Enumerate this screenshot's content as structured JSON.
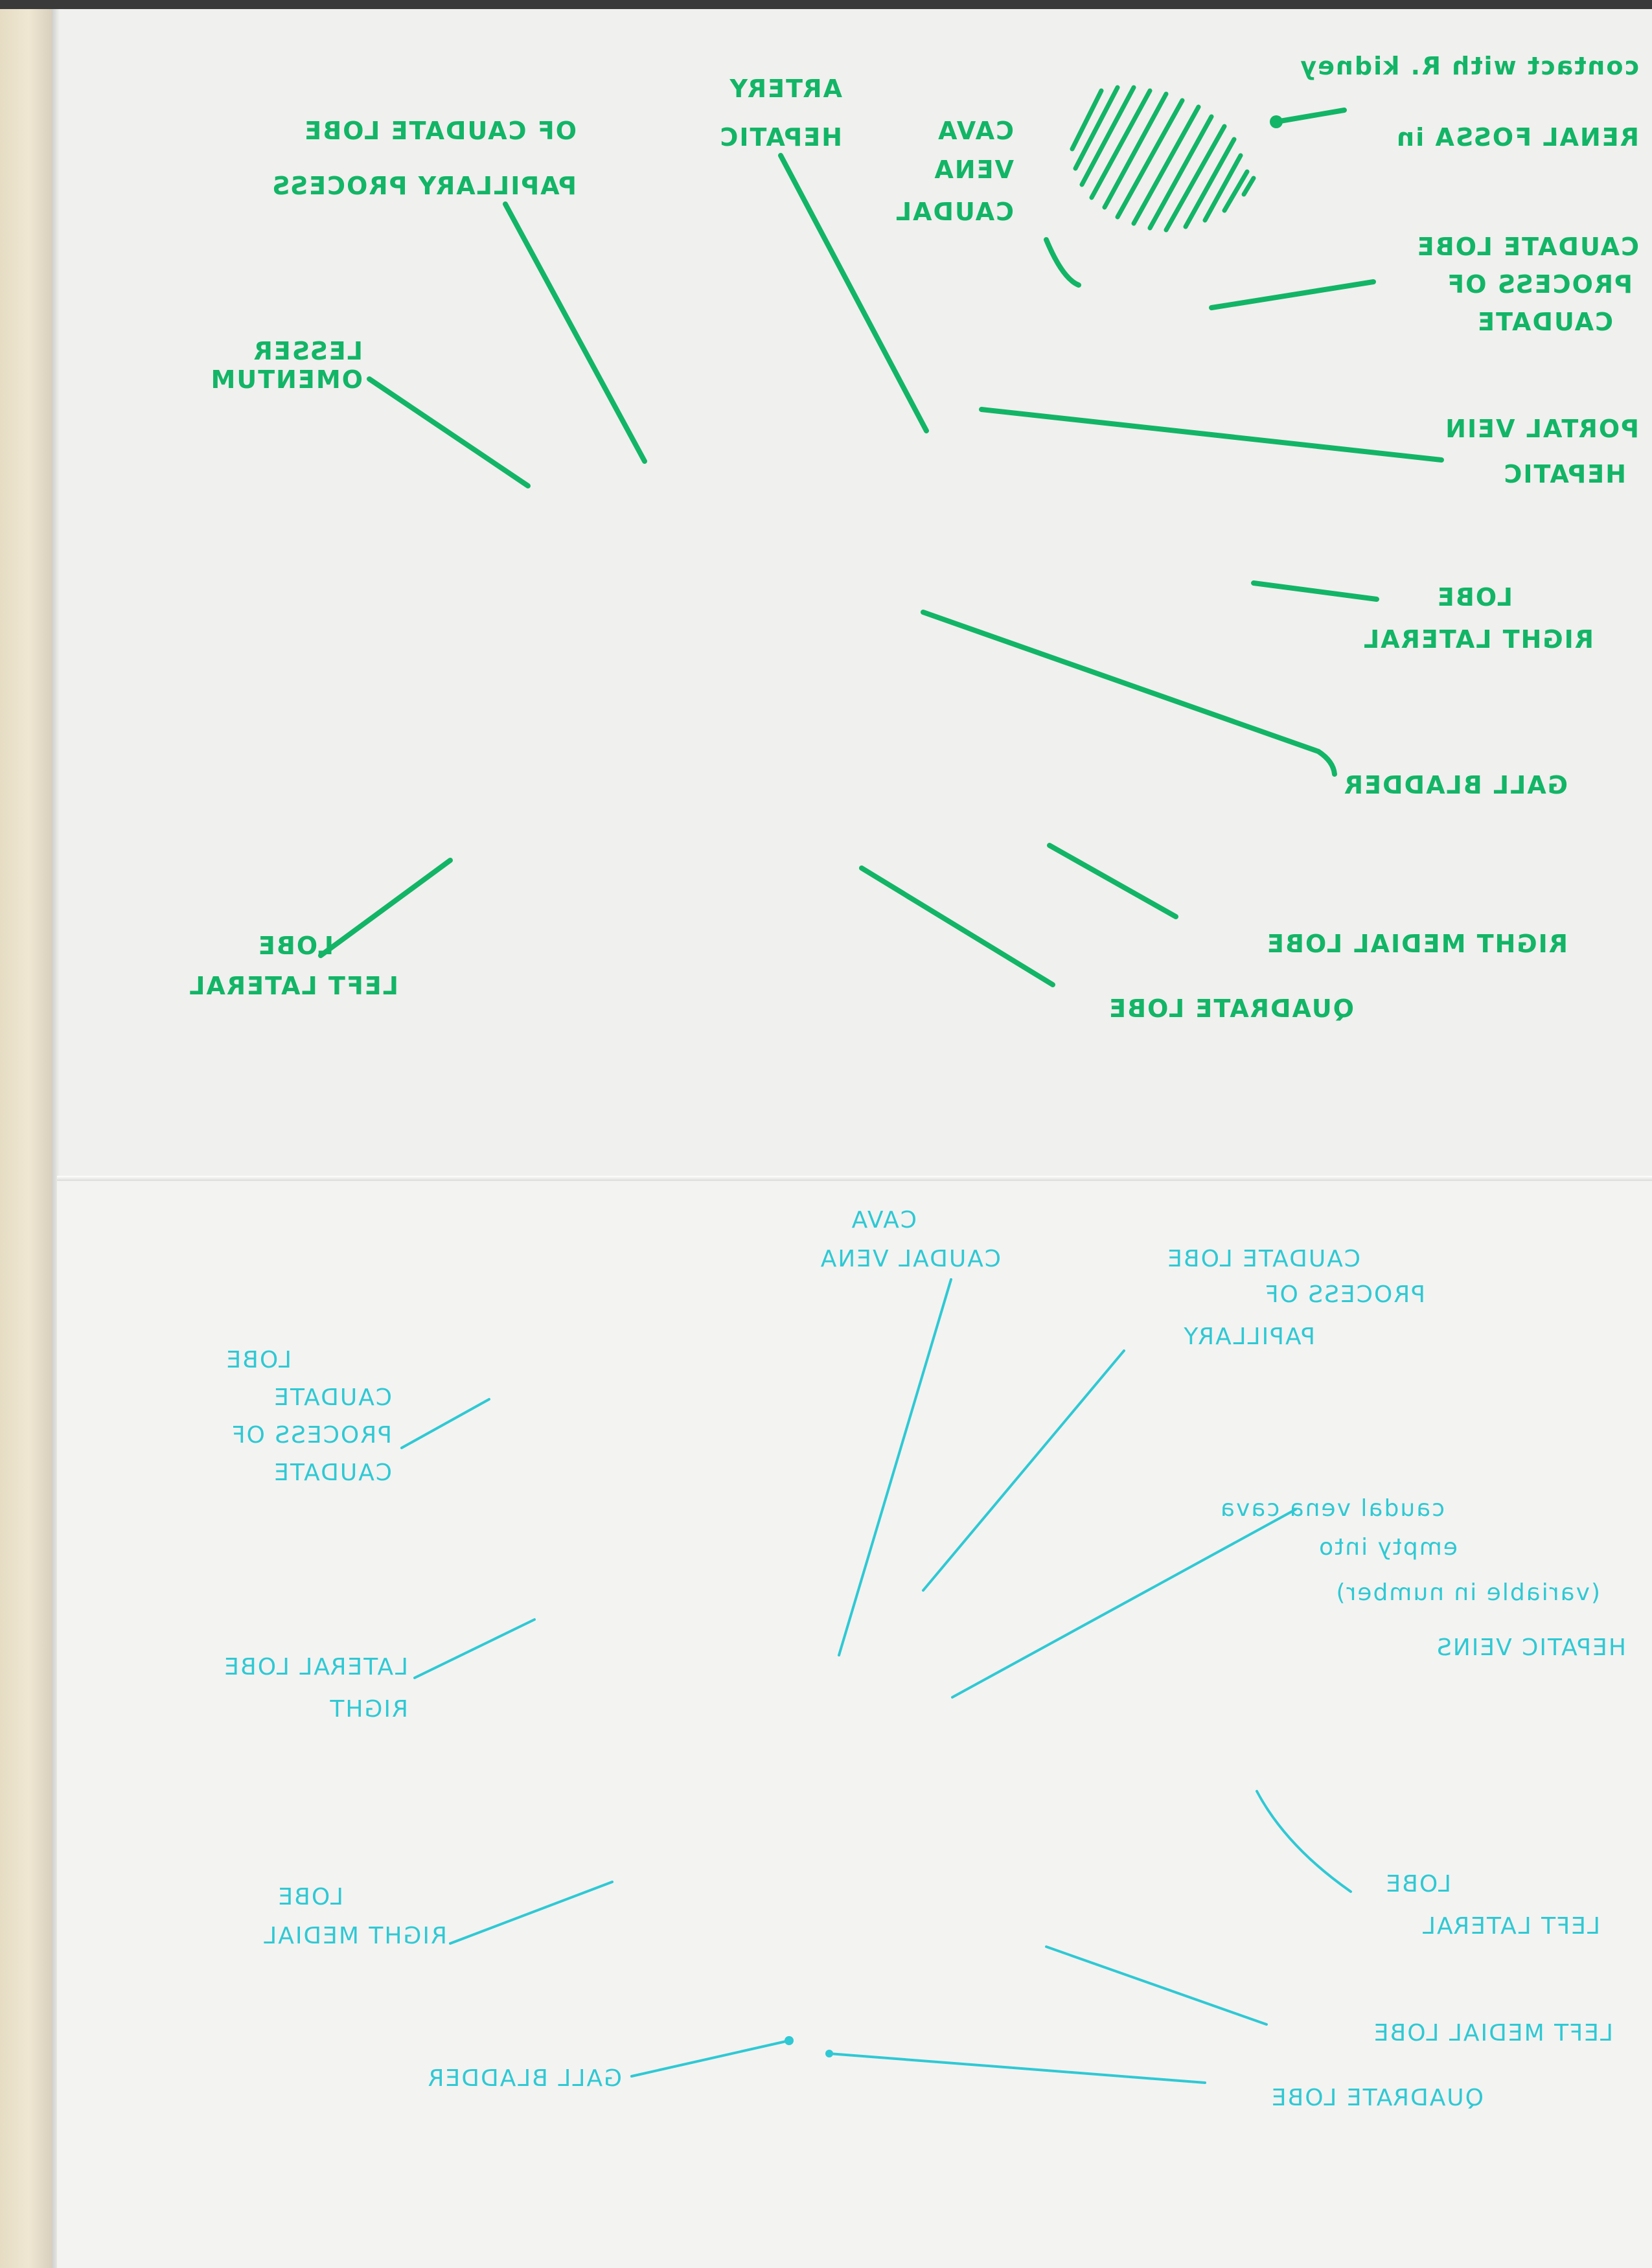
{
  "ink_colors": {
    "green": "#12b566",
    "cyan": "#2ec9d4"
  },
  "upper_diagram": {
    "lesser_omentum": [
      "LESSER",
      "OMENTUM"
    ],
    "papillary_process": [
      "PAPILLARY PROCESS",
      "OF CAUDATE LOBE"
    ],
    "hepatic_artery": [
      "HEPATIC",
      "ARTERY"
    ],
    "caudal_vena_cava": [
      "CAUDAL",
      "VENA",
      "CAVA"
    ],
    "renal_fossa": [
      "RENAL FOSSA in",
      "contact with R. kidney"
    ],
    "caudate_process": [
      "CAUDATE",
      "PROCESS OF",
      "CAUDATE LOBE"
    ],
    "hepatic_portal_vein": [
      "HEPATIC",
      "PORTAL VEIN"
    ],
    "right_lateral_lobe": [
      "RIGHT LATERAL",
      "LOBE"
    ],
    "gall_bladder": [
      "GALL BLADDER"
    ],
    "right_medial_lobe": [
      "RIGHT MEDIAL LOBE"
    ],
    "quadrate_lobe": [
      "QUADRATE LOBE"
    ],
    "left_lateral_lobe": [
      "LEFT LATERAL",
      "LOBE"
    ]
  },
  "lower_diagram": {
    "caudal_vena_cava": [
      "CAUDAL VENA",
      "CAVA"
    ],
    "caudate_process": [
      "CAUDATE",
      "PROCESS OF",
      "CAUDATE",
      "LOBE"
    ],
    "papillary_process": [
      "PAPILLARY",
      "PROCESS OF",
      "CAUDATE LOBE"
    ],
    "hepatic_veins": [
      "HEPATIC VEINS",
      "(variable in number)",
      "empty into",
      "caudal vena cava"
    ],
    "right_lateral_lobe": [
      "RIGHT",
      "LATERAL LOBE"
    ],
    "left_lateral_lobe": [
      "LEFT LATERAL",
      "LOBE"
    ],
    "right_medial_lobe": [
      "RIGHT MEDIAL",
      "LOBE"
    ],
    "left_medial_lobe": [
      "LEFT MEDIAL LOBE"
    ],
    "gall_bladder": [
      "GALL BLADDER"
    ],
    "quadrate_lobe": [
      "QUADRATE LOBE"
    ]
  }
}
